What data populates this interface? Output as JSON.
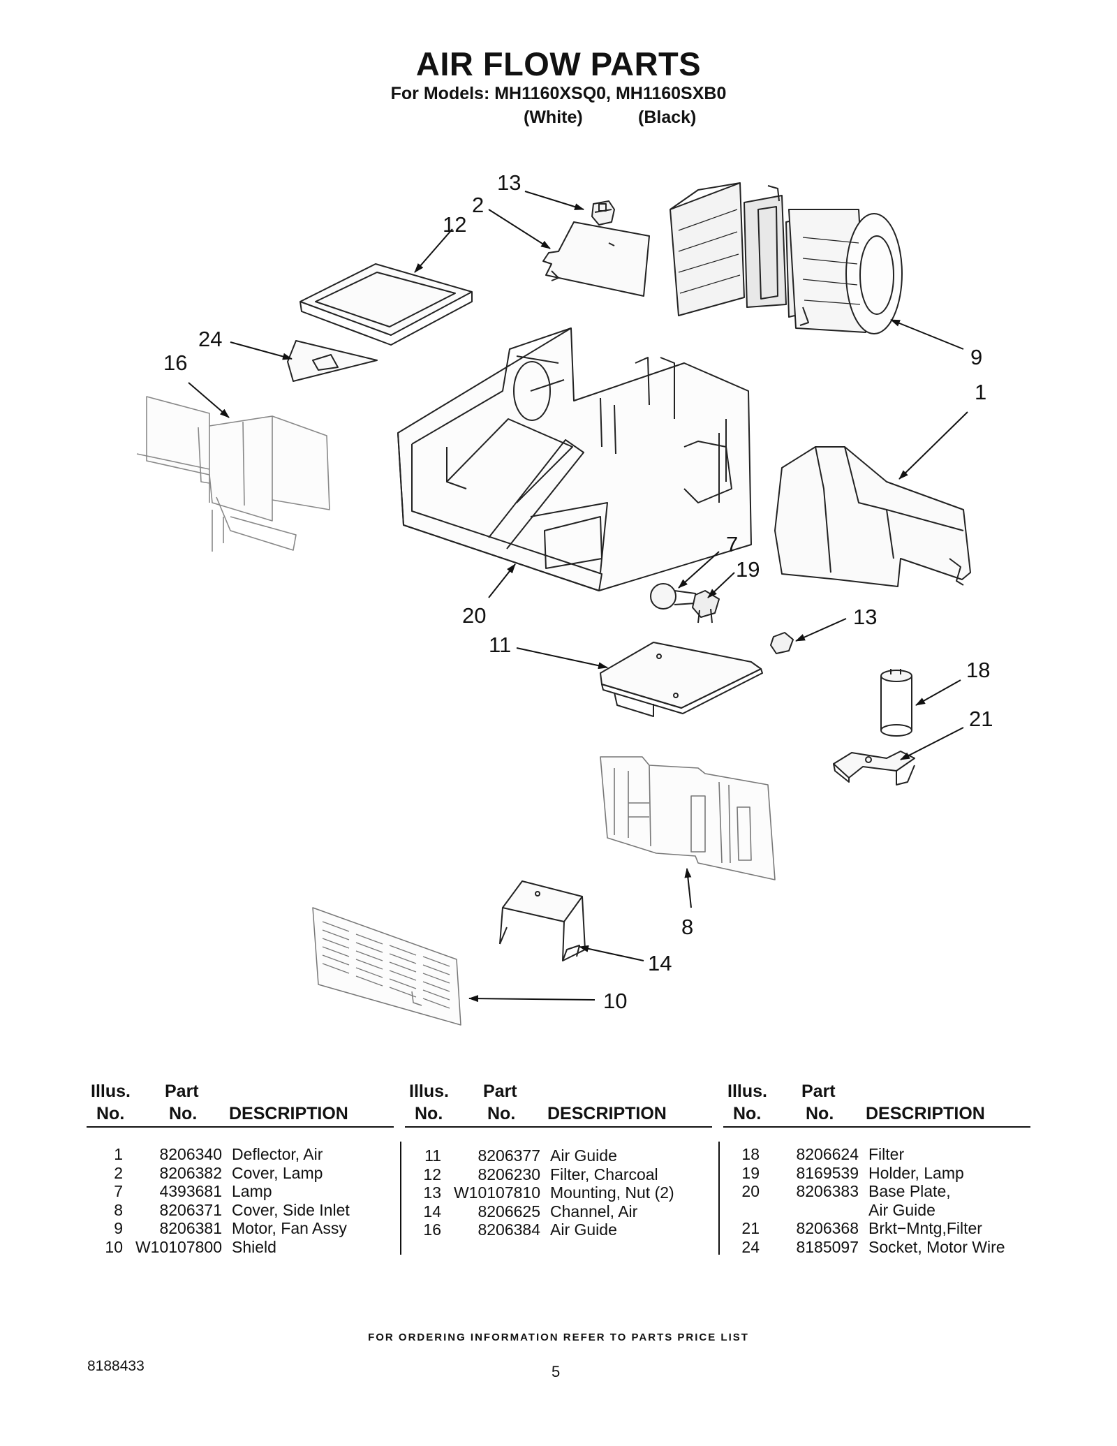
{
  "header": {
    "title": "AIR FLOW PARTS",
    "models": "For Models: MH1160XSQ0, MH1160SXB0",
    "white": "(White)",
    "black": "(Black)"
  },
  "callouts": {
    "c13a": "13",
    "c2": "2",
    "c12": "12",
    "c24": "24",
    "c16": "16",
    "c9": "9",
    "c1": "1",
    "c7": "7",
    "c19": "19",
    "c20": "20",
    "c11": "11",
    "c13b": "13",
    "c18": "18",
    "c21": "21",
    "c8": "8",
    "c14": "14",
    "c10": "10"
  },
  "table": {
    "head_illus": "Illus.",
    "head_no": "No.",
    "head_part": "Part",
    "head_desc": "DESCRIPTION",
    "col1": [
      {
        "illus": "1",
        "part": "8206340",
        "desc": "Deflector, Air"
      },
      {
        "illus": "2",
        "part": "8206382",
        "desc": "Cover, Lamp"
      },
      {
        "illus": "7",
        "part": "4393681",
        "desc": "Lamp"
      },
      {
        "illus": "8",
        "part": "8206371",
        "desc": "Cover, Side Inlet"
      },
      {
        "illus": "9",
        "part": "8206381",
        "desc": "Motor, Fan Assy"
      },
      {
        "illus": "10",
        "part": "W10107800",
        "desc": "Shield"
      }
    ],
    "col2": [
      {
        "illus": "11",
        "part": "8206377",
        "desc": "Air Guide"
      },
      {
        "illus": "12",
        "part": "8206230",
        "desc": "Filter, Charcoal"
      },
      {
        "illus": "13",
        "part": "W10107810",
        "desc": "Mounting, Nut (2)"
      },
      {
        "illus": "14",
        "part": "8206625",
        "desc": "Channel, Air"
      },
      {
        "illus": "16",
        "part": "8206384",
        "desc": "Air Guide"
      }
    ],
    "col3": [
      {
        "illus": "18",
        "part": "8206624",
        "desc": "Filter"
      },
      {
        "illus": "19",
        "part": "8169539",
        "desc": "Holder, Lamp"
      },
      {
        "illus": "20",
        "part": "8206383",
        "desc": "Base Plate,"
      },
      {
        "illus": "",
        "part": "",
        "desc": "Air Guide"
      },
      {
        "illus": "21",
        "part": "8206368",
        "desc": "Brkt−Mntg,Filter"
      },
      {
        "illus": "24",
        "part": "8185097",
        "desc": "Socket, Motor Wire"
      }
    ]
  },
  "footer": {
    "note": "FOR ORDERING INFORMATION REFER TO PARTS PRICE LIST",
    "doc_number": "8188433",
    "page": "5"
  }
}
